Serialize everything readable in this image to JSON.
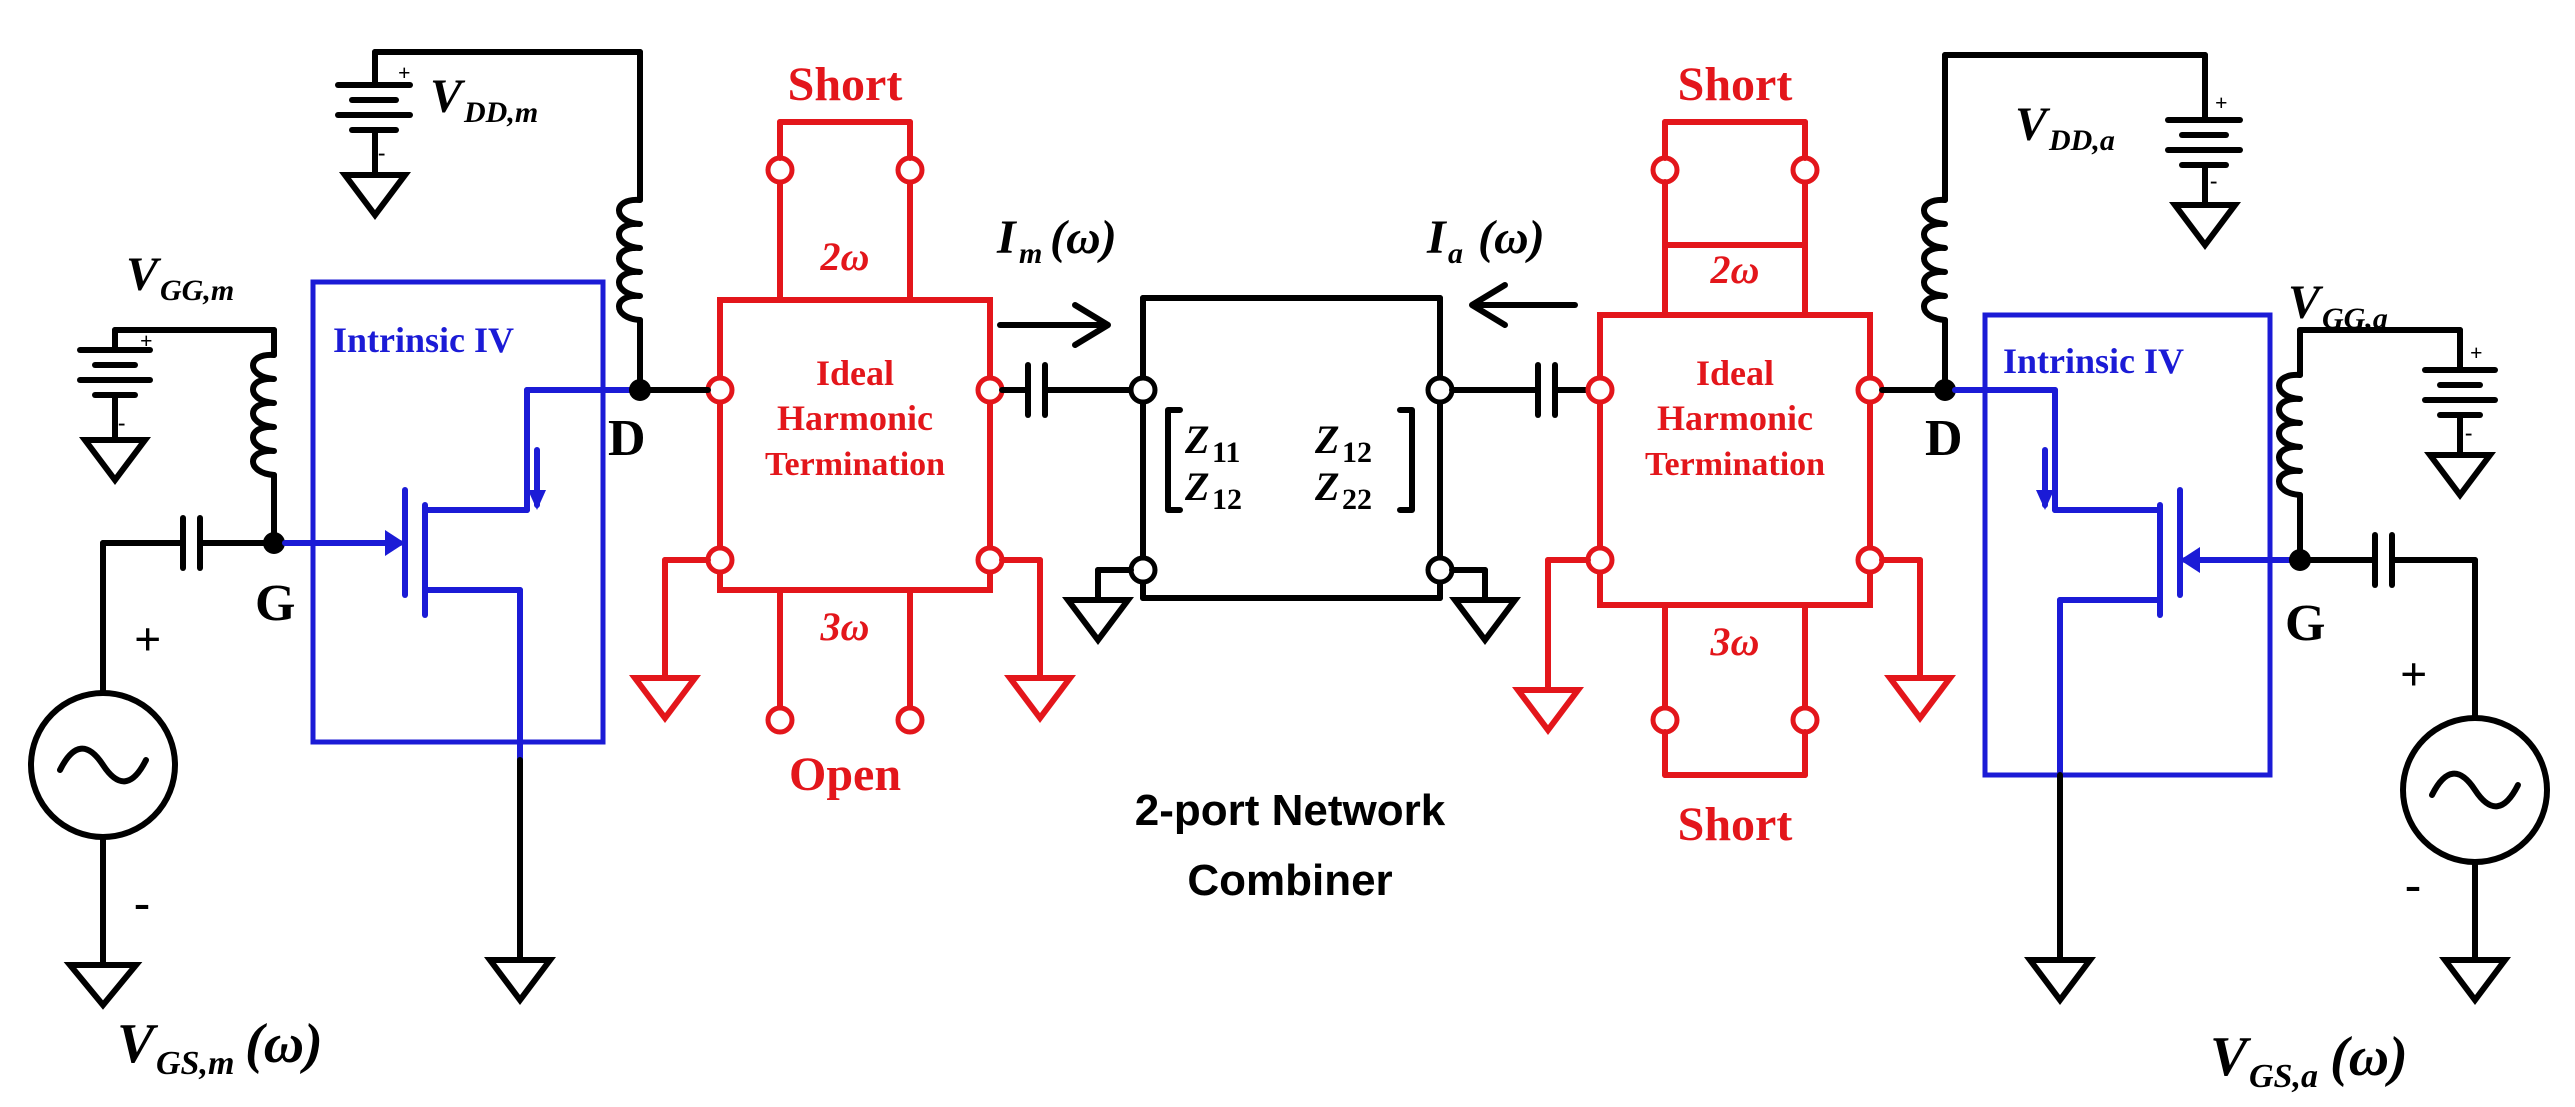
{
  "main_amp": {
    "vdd": {
      "v": "V",
      "sub": "DD,m"
    },
    "vgg": {
      "v": "V",
      "sub": "GG,m"
    },
    "vgs": {
      "v": "V",
      "sub": "GS,m",
      "arg": "(ω)"
    },
    "current": {
      "v": "I",
      "sub": "m",
      "arg": "(ω)"
    },
    "iv_label": "Intrinsic IV",
    "gate": "G",
    "drain": "D",
    "plus": "+",
    "minus": "-",
    "term": {
      "line1": "Ideal",
      "line2": "Harmonic",
      "line3": "Termination",
      "h2": "2ω",
      "h3": "3ω",
      "top": "Short",
      "bottom": "Open"
    }
  },
  "aux_amp": {
    "vdd": {
      "v": "V",
      "sub": "DD,a"
    },
    "vgg": {
      "v": "V",
      "sub": "GG,a"
    },
    "vgs": {
      "v": "V",
      "sub": "GS,a",
      "arg": "(ω)"
    },
    "current": {
      "v": "I",
      "sub": "a",
      "arg": "(ω)"
    },
    "iv_label": "Intrinsic IV",
    "gate": "G",
    "drain": "D",
    "plus": "+",
    "minus": "-",
    "term": {
      "line1": "Ideal",
      "line2": "Harmonic",
      "line3": "Termination",
      "h2": "2ω",
      "h3": "3ω",
      "top": "Short",
      "bottom": "Short"
    }
  },
  "network": {
    "z11": "Z",
    "z11s": "11",
    "z12": "Z",
    "z12s": "12",
    "z21": "Z",
    "z21s": "12",
    "z22": "Z",
    "z22s": "22",
    "caption_line1": "2-port Network",
    "caption_line2": "Combiner"
  }
}
